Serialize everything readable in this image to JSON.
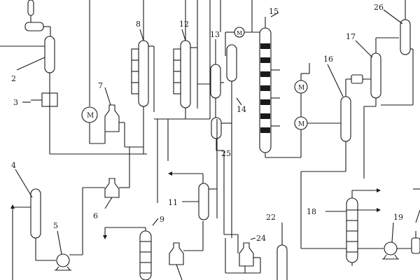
{
  "labels": {
    "l2": "2",
    "l3": "3",
    "l4": "4",
    "l5": "5",
    "l6": "6",
    "l7": "7",
    "l8": "8",
    "l9": "9",
    "l11": "11",
    "l12": "12",
    "l13": "13",
    "l14": "14",
    "l15": "15",
    "l16": "16",
    "l17": "17",
    "l18": "18",
    "l19": "19",
    "l22": "22",
    "l24": "24",
    "l25": "25",
    "l26": "26"
  },
  "symbols": {
    "motor": "M"
  },
  "colors": {
    "line": "#1a1a1a",
    "background": "#ffffff"
  }
}
